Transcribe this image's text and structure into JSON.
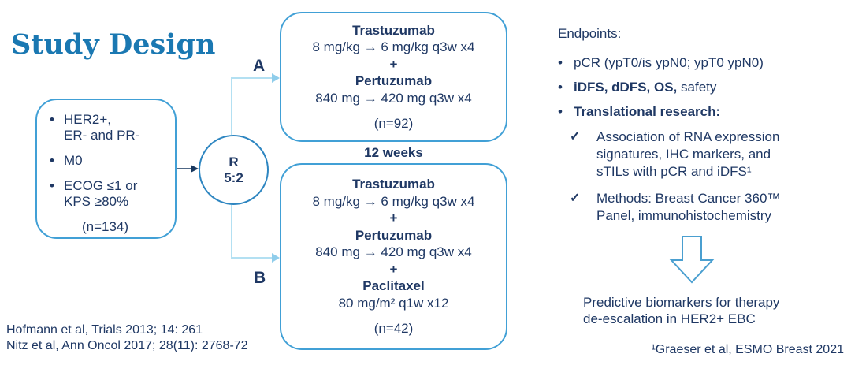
{
  "title": "Study Design",
  "colors": {
    "navy_text": "#1F3864",
    "title_blue": "#1A78B2",
    "box_border": "#41A0D6",
    "circle_border": "#2E86C1",
    "connector_light": "#B3E0F2",
    "arrow_outline": "#4A9FD0"
  },
  "eligibility": {
    "bullets": [
      "HER2+,\nER- and PR-",
      "M0",
      "ECOG ≤1 or\nKPS ≥80%"
    ],
    "n_label": "(n=134)"
  },
  "randomization": {
    "letter": "R",
    "ratio": "5:2"
  },
  "arm_a": {
    "label": "A",
    "lines": [
      {
        "text": "Trastuzumab",
        "bold": true
      },
      {
        "text": "8 mg/kg → 6 mg/kg q3w x4",
        "bold": false
      },
      {
        "text": "+",
        "bold": true
      },
      {
        "text": "Pertuzumab",
        "bold": true
      },
      {
        "text": "840 mg → 420 mg q3w x4",
        "bold": false
      }
    ],
    "n_label": "(n=92)"
  },
  "duration_label": "12 weeks",
  "arm_b": {
    "label": "B",
    "lines": [
      {
        "text": "Trastuzumab",
        "bold": true
      },
      {
        "text": "8 mg/kg → 6 mg/kg q3w x4",
        "bold": false
      },
      {
        "text": "+",
        "bold": true
      },
      {
        "text": "Pertuzumab",
        "bold": true
      },
      {
        "text": "840 mg → 420 mg q3w x4",
        "bold": false
      },
      {
        "text": "+",
        "bold": true
      },
      {
        "text": "Paclitaxel",
        "bold": true
      },
      {
        "text": "80 mg/m² q1w x12",
        "bold": false
      }
    ],
    "n_label": "(n=42)"
  },
  "endpoints": {
    "heading": "Endpoints:",
    "bullets": [
      {
        "bold": "",
        "regular": "pCR (ypT0/is ypN0; ypT0 ypN0)"
      },
      {
        "bold": "iDFS, dDFS, OS,",
        "regular": " safety"
      },
      {
        "bold": "Translational research:",
        "regular": ""
      }
    ],
    "check_glyph": "✓",
    "checks": [
      "Association of RNA expression\nsignatures, IHC markers, and\nsTILs with pCR and iDFS¹",
      "Methods: Breast Cancer 360™\nPanel, immunohistochemistry"
    ]
  },
  "conclusion": "Predictive biomarkers for therapy\nde-escalation in HER2+ EBC",
  "footnote": "¹Graeser et al, ESMO Breast 2021",
  "citations": [
    "Hofmann et al, Trials 2013; 14: 261",
    "Nitz et al, Ann Oncol 2017; 28(11): 2768-72"
  ]
}
